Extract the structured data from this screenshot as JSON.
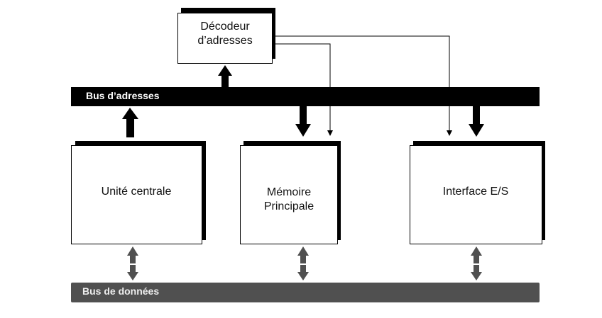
{
  "decoder": {
    "line1": "Décodeur",
    "line2": "d’adresses"
  },
  "address_bus": {
    "label": "Bus d’adresses",
    "color": "#000000"
  },
  "data_bus": {
    "label": "Bus de données",
    "color": "#505050"
  },
  "cpu": {
    "label": "Unité centrale"
  },
  "memory": {
    "line1": "Mémoire",
    "line2": "Principale"
  },
  "io": {
    "label": "Interface E/S"
  }
}
